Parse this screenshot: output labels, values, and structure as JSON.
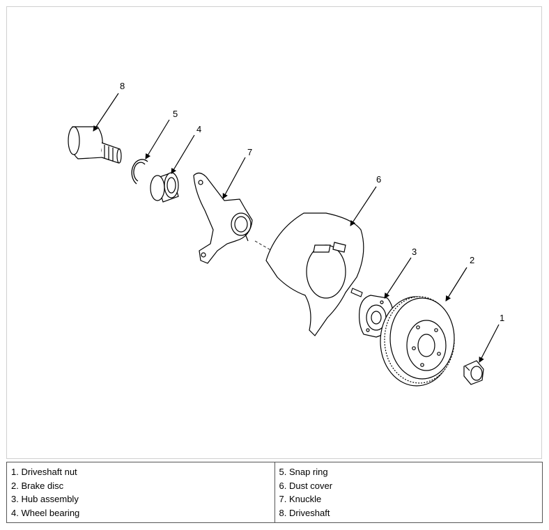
{
  "callouts": {
    "c1": "1",
    "c2": "2",
    "c3": "3",
    "c4": "4",
    "c5": "5",
    "c6": "6",
    "c7": "7",
    "c8": "8"
  },
  "legend": {
    "left": [
      "1. Driveshaft nut",
      "2. Brake disc",
      "3. Hub assembly",
      "4. Wheel bearing"
    ],
    "right": [
      "5. Snap ring",
      "6. Dust cover",
      "7. Knuckle",
      "8. Driveshaft"
    ]
  }
}
